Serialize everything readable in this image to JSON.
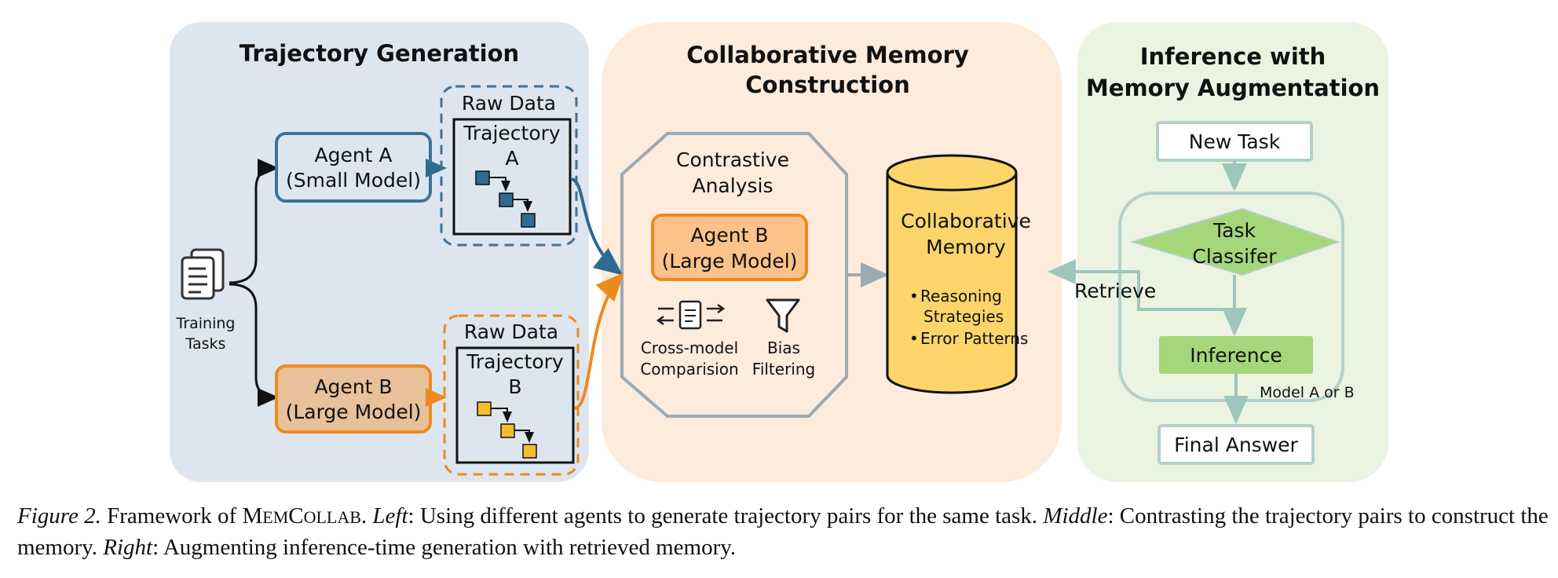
{
  "panels": {
    "left": {
      "title": "Trajectory Generation",
      "training_tasks": [
        "Training",
        "Tasks"
      ],
      "agent_a": [
        "Agent A",
        "(Small Model)"
      ],
      "agent_b": [
        "Agent B",
        "(Large Model)"
      ],
      "raw_data_a": {
        "label": "Raw Data",
        "trajectory": [
          "Trajectory",
          "A"
        ]
      },
      "raw_data_b": {
        "label": "Raw Data",
        "trajectory": [
          "Trajectory",
          "B"
        ]
      }
    },
    "middle": {
      "title": [
        "Collaborative Memory",
        "Construction"
      ],
      "contrastive": [
        "Contrastive",
        "Analysis"
      ],
      "agent_b": [
        "Agent B",
        "(Large Model)"
      ],
      "cross_model": [
        "Cross-model",
        "Comparision"
      ],
      "bias": [
        "Bias",
        "Filtering"
      ],
      "memory": {
        "title": [
          "Collaborative",
          "Memory"
        ],
        "bullets": [
          [
            "Reasoning",
            "Strategies"
          ],
          [
            "Error Patterns"
          ]
        ]
      }
    },
    "right": {
      "title": [
        "Inference with",
        "Memory Augmentation"
      ],
      "new_task": "New Task",
      "classifier": [
        "Task",
        "Classifer"
      ],
      "inference": "Inference",
      "model_label": "Model A or B",
      "final_answer": "Final Answer",
      "retrieve": "Retrieve"
    }
  },
  "caption": {
    "prefix": "Figure 2.",
    "framework_of": "Framework of",
    "name_first": "M",
    "name_first_rest": "EM",
    "name_second": "C",
    "name_second_rest": "OLLAB",
    "left_label": "Left",
    "left_text": ": Using different agents to generate trajectory pairs for the same task.",
    "middle_label": "Middle",
    "middle_text": ": Contrasting the trajectory pairs to construct the memory.",
    "right_label": "Right",
    "right_text": ": Augmenting inference-time generation with retrieved memory."
  },
  "colors": {
    "left_bg": "#dde6ee",
    "middle_bg": "#fdebdc",
    "right_bg": "#ebf3e1",
    "blue": "#3d7399",
    "orange": "#ed8a1f",
    "agent_b_fill": "#e8c09a",
    "agent_b_mid_fill": "#fbc28a",
    "memory_fill": "#fbd56a",
    "green_fill": "#a5d67a",
    "green_stroke": "#b3d1c9",
    "grey_stroke": "#9caab3"
  }
}
